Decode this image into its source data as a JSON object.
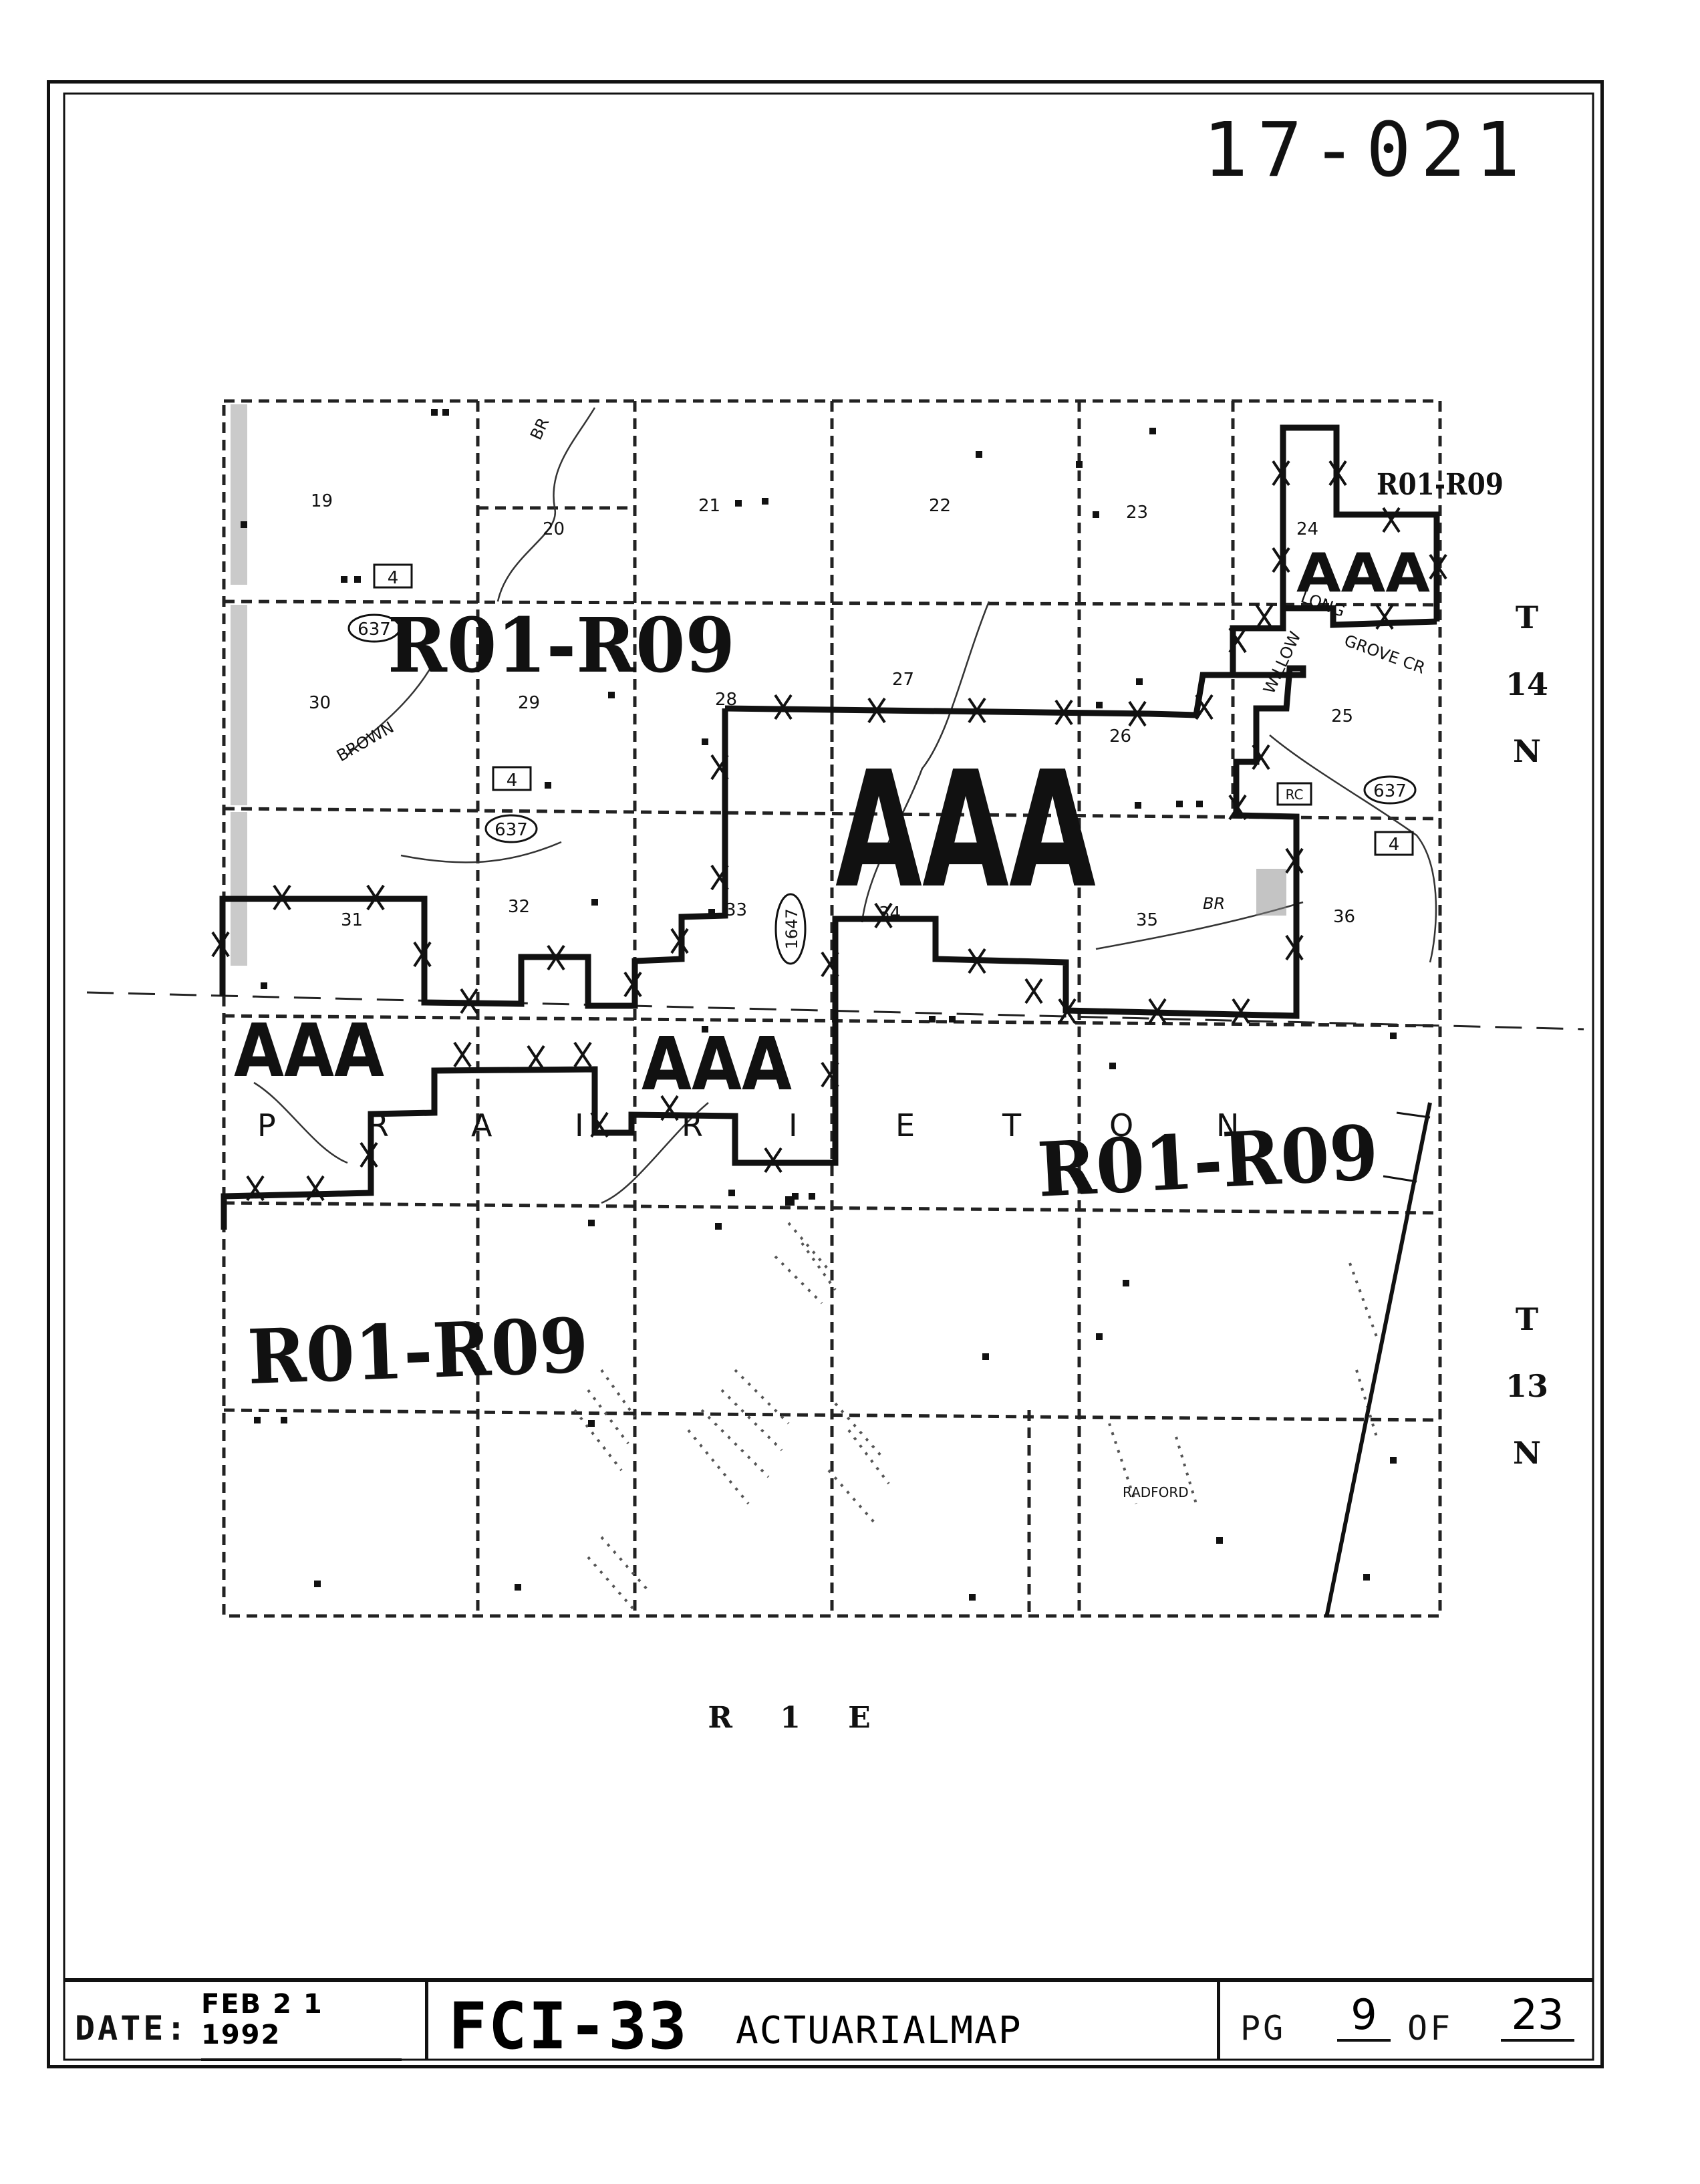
{
  "map_id": "17-021",
  "map": {
    "township_north": [
      "T",
      "14",
      "N"
    ],
    "township_south": [
      "T",
      "13",
      "N"
    ],
    "range_label": "R 1 E",
    "place_name_letters": [
      "P",
      "R",
      "A",
      "I",
      "R",
      "I",
      "E",
      "T",
      "O",
      "N"
    ],
    "zone_labels": {
      "r_north_west": "R01-R09",
      "r_north_east": "R01-R09",
      "r_south_east": "R01-R09",
      "r_south_west": "R01-R09",
      "aaa_center": "AAA",
      "aaa_north_east": "AAA",
      "aaa_west": "AAA",
      "aaa_middle": "AAA"
    },
    "sections": [
      "19",
      "20",
      "21",
      "22",
      "23",
      "24",
      "25",
      "26",
      "27",
      "28",
      "29",
      "30",
      "31",
      "32",
      "33",
      "34",
      "35",
      "36"
    ],
    "route_shields": [
      "4",
      "637",
      "637",
      "4",
      "637",
      "4",
      "1647",
      "RC"
    ],
    "features": [
      "BR",
      "BROWN",
      "WILLOW",
      "LONG",
      "GROVE CR",
      "BR",
      "RADFORD"
    ],
    "colors": {
      "ink": "#111111",
      "paper": "#ffffff",
      "stipple": "#8a8a8a"
    }
  },
  "title_block": {
    "date_label": "DATE:",
    "date_value": "FEB 2 1 1992",
    "form_code": "FCI-33",
    "form_name": "ACTUARIALMAP",
    "page_label": "PG",
    "page_value": "9",
    "of_label": "OF",
    "page_total": "23"
  }
}
